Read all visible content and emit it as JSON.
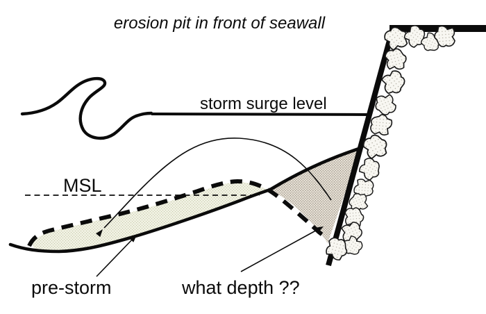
{
  "diagram": {
    "title": "erosion pit in front of seawall",
    "labels": {
      "storm_surge": "storm surge level",
      "msl": "MSL",
      "pre_storm": "pre-storm",
      "what_depth": "what depth ??"
    },
    "features": {
      "wave": "breaking-wave",
      "seawall": "seawall-with-riprap-stones",
      "deposit_area": "offshore-sand-deposit",
      "erosion_pit": "scour-pit-at-wall",
      "profiles": [
        "pre-storm solid profile",
        "storm dashed profile"
      ]
    },
    "colors": {
      "background": "#ffffff",
      "line": "#0b0b0b",
      "deposit_fill": "#f0f1e3",
      "deposit_dots": "#c6c9a8",
      "pit_fill": "#e9e3d8",
      "pit_dots": "#776e62",
      "stone_fill": "#f8f7f2",
      "stone_dots": "#a09c8f"
    }
  }
}
